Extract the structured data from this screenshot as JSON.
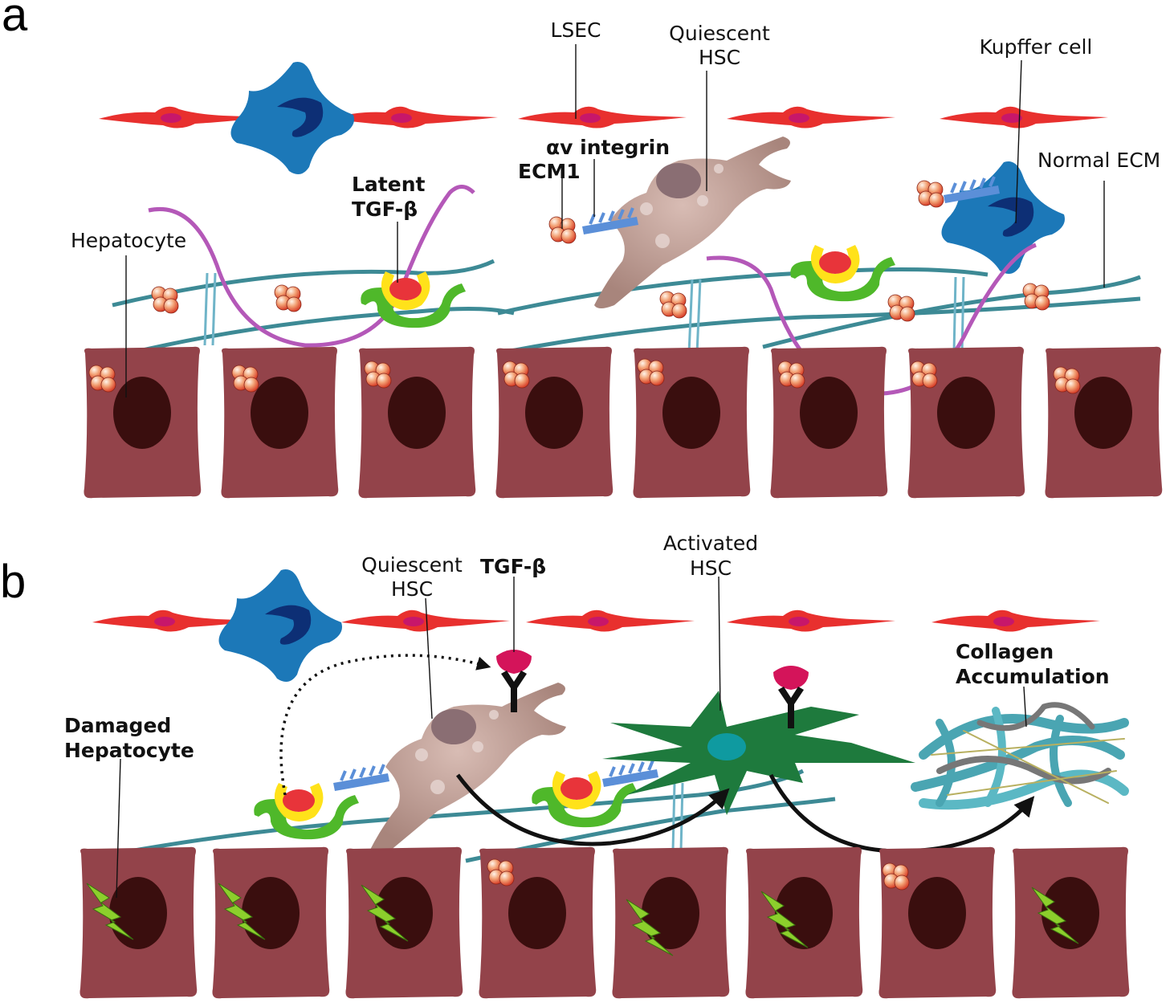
{
  "panel_a": {
    "label": "a",
    "labels": {
      "lsec": "LSEC",
      "quiescent_hsc": [
        "Quiescent",
        "HSC"
      ],
      "kupffer_cell": "Kupffer cell",
      "av_integrin": "αv integrin",
      "ecm1": "ECM1",
      "latent_tgf": [
        "Latent",
        "TGF-β"
      ],
      "normal_ecm": "Normal ECM",
      "hepatocyte": "Hepatocyte"
    }
  },
  "panel_b": {
    "label": "b",
    "labels": {
      "quiescent_hsc": [
        "Quiescent",
        "HSC"
      ],
      "tgf_beta": "TGF-β",
      "activated_hsc": [
        "Activated",
        "HSC"
      ],
      "collagen_accumulation": [
        "Collagen",
        "Accumulation"
      ],
      "damaged_hepatocyte": [
        "Damaged",
        "Hepatocyte"
      ]
    }
  },
  "colors": {
    "hepatocyte": "#93434a",
    "nucleus": "#3a0e0e",
    "lsec": "#e8302e",
    "kupffer": "#1c78b8",
    "kupffer_nucleus": "#0d2f75",
    "hsc": "#c4a49c",
    "activated_hsc": "#1e7a3d",
    "ecm": "#3d8a95",
    "tgf_core": "#e8343a",
    "tgf_shell": "#ffe21a",
    "ecm1_holder": "#4fb82a",
    "integrin": "#5b8fd8",
    "damage_bolt": "#8ccf2c",
    "receptor_ligand": "#d4145a",
    "collagen": "#4aa5b2"
  },
  "icons": [
    "hepatocyte-cell",
    "lsec-cell",
    "kupffer-cell",
    "hsc-cell",
    "activated-hsc-cell",
    "tgf-complex",
    "integrin",
    "ecm1-cluster",
    "tgf-receptor",
    "damage-bolt",
    "collagen-mesh"
  ]
}
